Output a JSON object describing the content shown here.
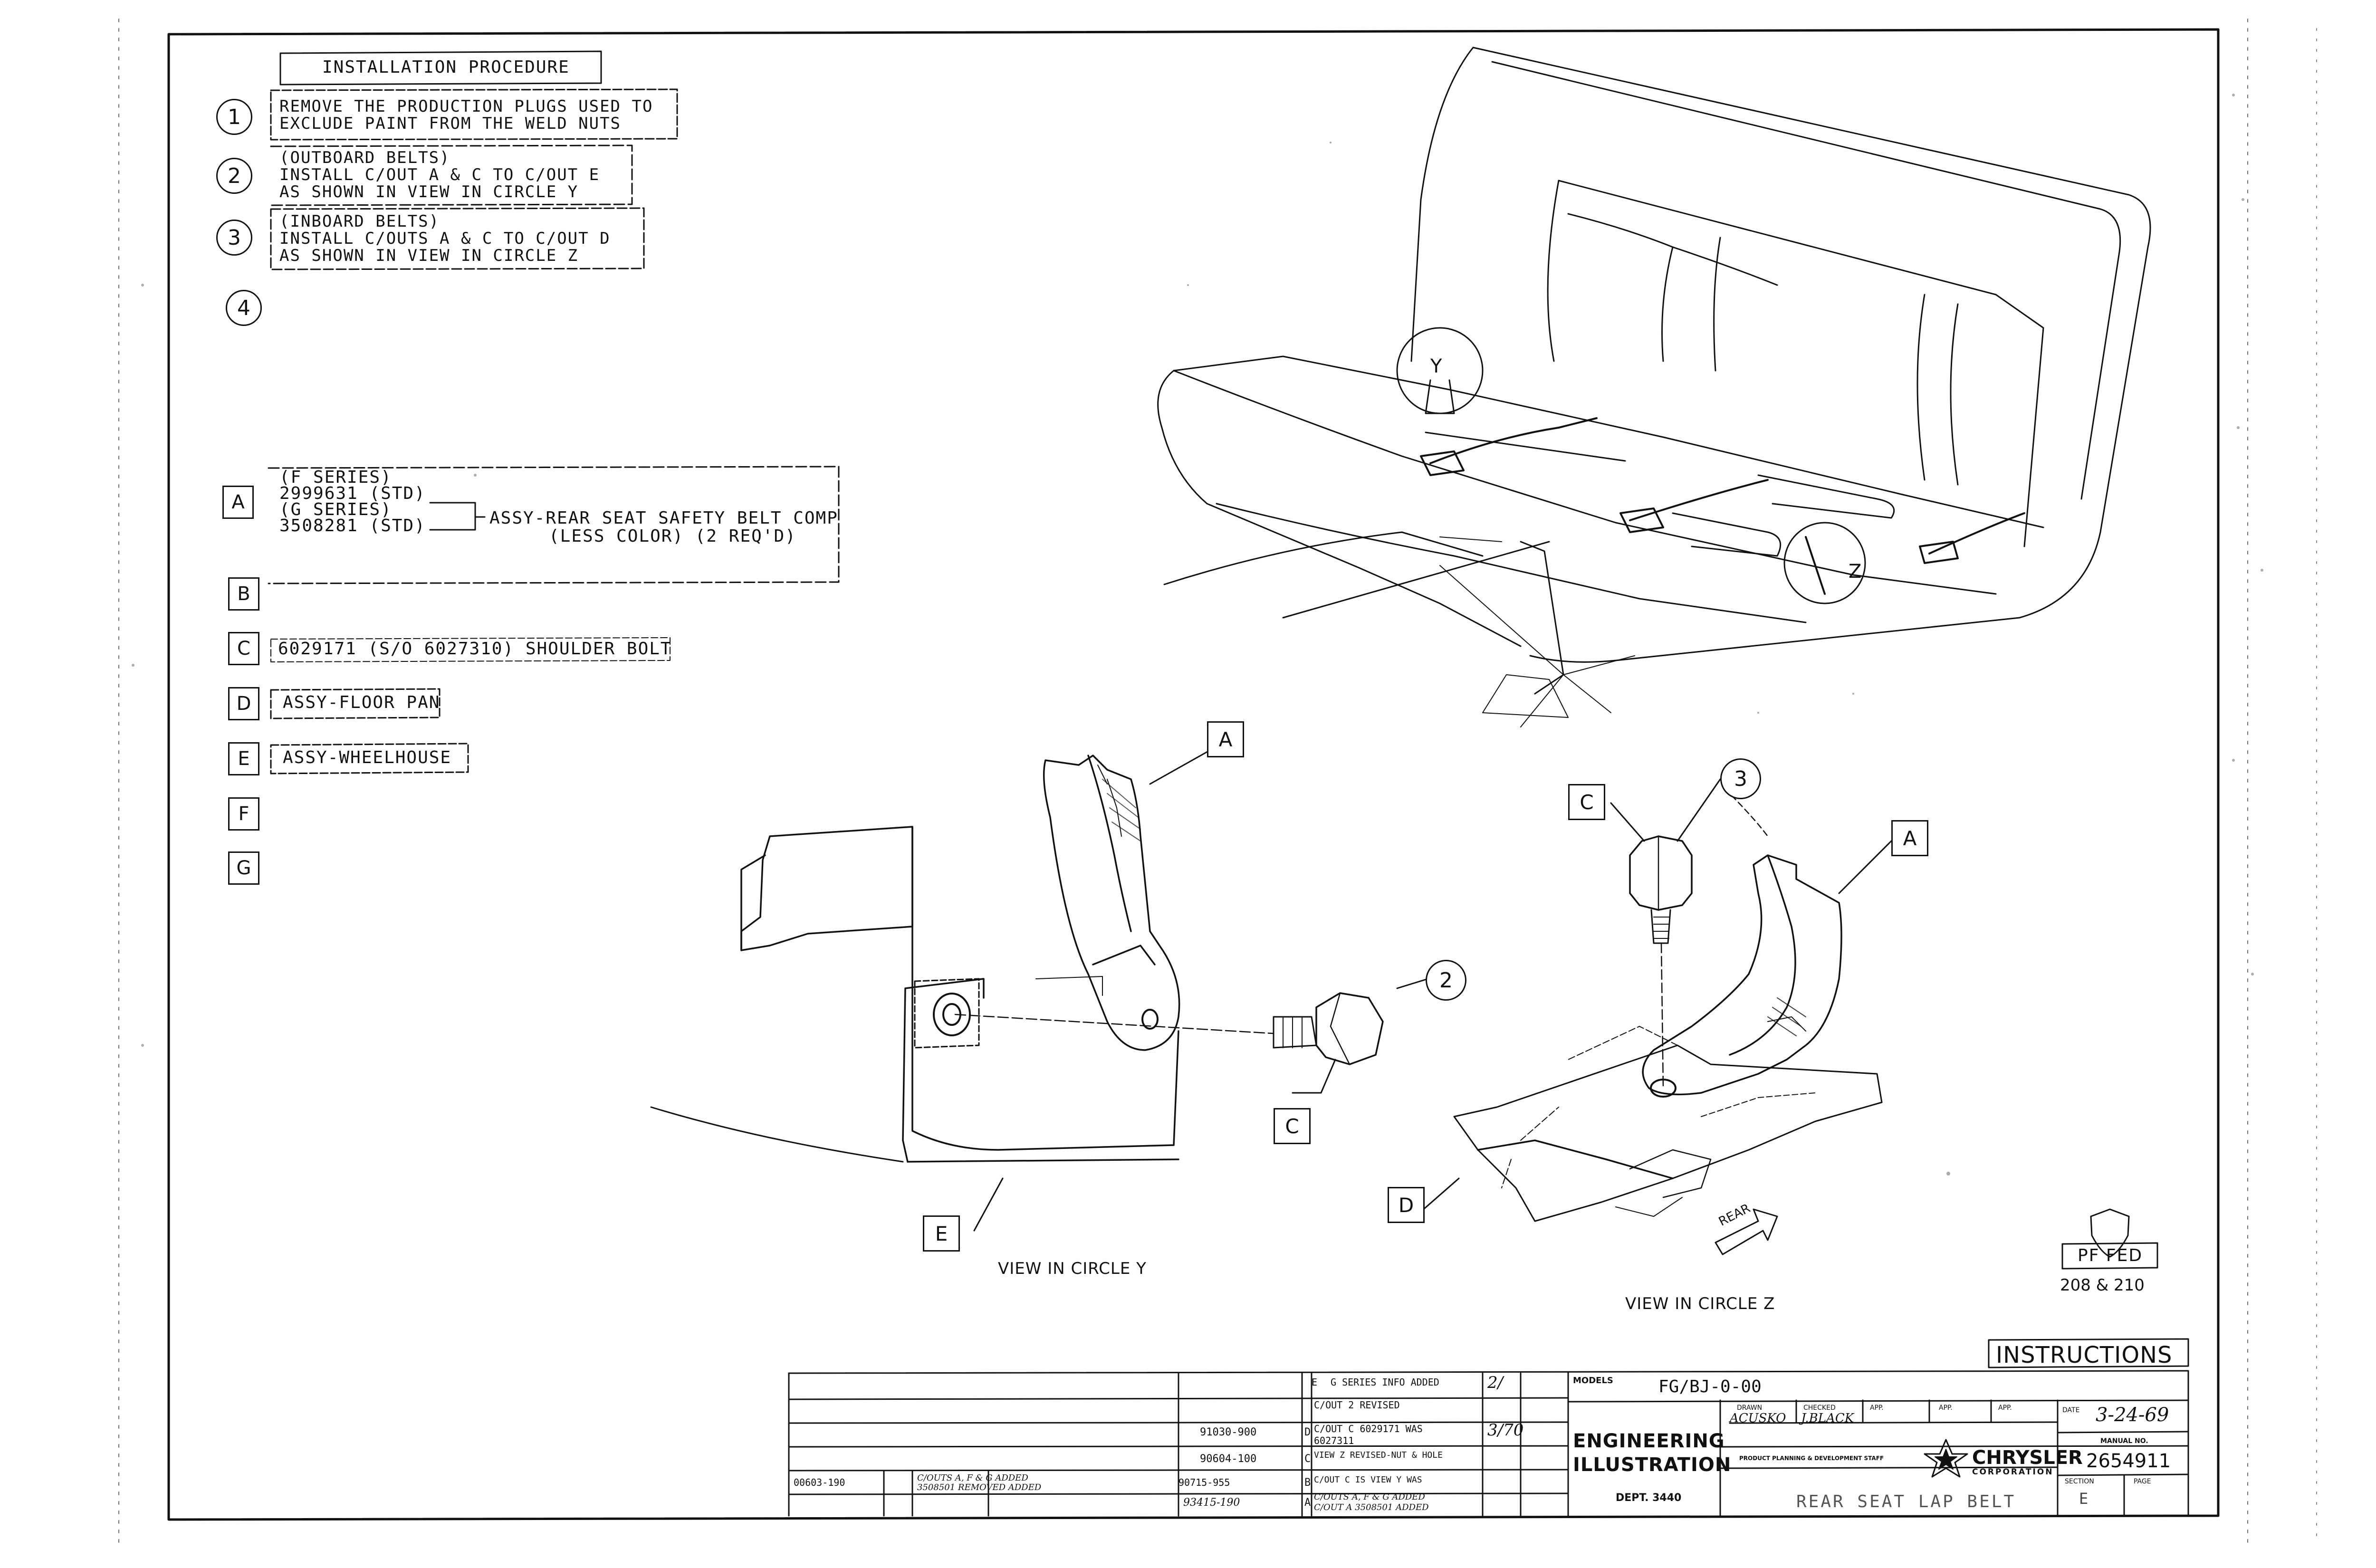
{
  "procedure": {
    "header": "INSTALLATION PROCEDURE",
    "steps": [
      {
        "num": "1",
        "lines": [
          "REMOVE THE PRODUCTION PLUGS USED TO",
          "EXCLUDE PAINT FROM THE WELD NUTS"
        ]
      },
      {
        "num": "2",
        "lines": [
          "(OUTBOARD BELTS)",
          "INSTALL C/OUT A & C TO C/OUT E",
          "AS SHOWN IN VIEW IN CIRCLE Y"
        ]
      },
      {
        "num": "3",
        "lines": [
          "(INBOARD BELTS)",
          "INSTALL C/OUTS A & C TO C/OUT D",
          "AS SHOWN IN VIEW IN CIRCLE Z"
        ]
      },
      {
        "num": "4",
        "lines": []
      }
    ]
  },
  "parts": {
    "a": {
      "letter": "A",
      "lines": [
        "(F SERIES)",
        "2999631 (STD)",
        "(G SERIES)",
        "3508281 (STD)"
      ],
      "desc": "ASSY-REAR SEAT SAFETY BELT COMP",
      "desc2": "(LESS COLOR) (2 REQ'D)"
    },
    "b": {
      "letter": "B"
    },
    "c": {
      "letter": "C",
      "text": "6029171 (S/O 6027310) SHOULDER BOLT"
    },
    "d": {
      "letter": "D",
      "text": "ASSY-FLOOR PAN"
    },
    "e": {
      "letter": "E",
      "text": "ASSY-WHEELHOUSE"
    },
    "f": {
      "letter": "F"
    },
    "g": {
      "letter": "G"
    }
  },
  "callouts": {
    "y_a": "A",
    "y_2": "2",
    "y_c": "C",
    "y_e": "E",
    "z_c": "C",
    "z_3": "3",
    "z_a": "A",
    "z_d": "D",
    "circle_y": "Y",
    "circle_z": "Z",
    "rear_arrow": "REAR"
  },
  "views": {
    "y": "VIEW IN CIRCLE Y",
    "z": "VIEW IN CIRCLE Z"
  },
  "badge": {
    "label": "PF FED",
    "models": "208 & 210"
  },
  "title_block": {
    "instructions": "INSTRUCTIONS",
    "models_label": "MODELS",
    "models_value": "FG/BJ-0-00",
    "drawn_label": "DRAWN",
    "drawn_value": "ACUSKO",
    "checked_label": "CHECKED",
    "checked_value": "J.BLACK",
    "app_label": "APP.",
    "date_label": "DATE",
    "date_value": "3-24-69",
    "manual_label": "MANUAL NO.",
    "manual_value": "2654911",
    "eng_line1": "ENGINEERING",
    "eng_line2": "ILLUSTRATION",
    "dept": "DEPT. 3440",
    "staff": "PRODUCT PLANNING & DEVELOPMENT STAFF",
    "chrysler": "CHRYSLER",
    "corporation": "CORPORATION",
    "title": "REAR SEAT LAP BELT",
    "section_label": "SECTION",
    "page_label": "PAGE",
    "section_value": "E"
  },
  "revisions": [
    {
      "code": "",
      "letter": "E",
      "desc": "G SERIES INFO ADDED",
      "date": "2/"
    },
    {
      "code": "",
      "letter": "",
      "desc": "C/OUT 2 REVISED",
      "date": ""
    },
    {
      "code": "91030-900",
      "letter": "D",
      "desc": "C/OUT C 6029171 WAS",
      "desc2": "6027311",
      "date": "3/70"
    },
    {
      "code": "90604-100",
      "letter": "C",
      "desc": "VIEW Z REVISED-NUT & HOLE",
      "date": ""
    },
    {
      "code": "90715-955",
      "letter": "B",
      "desc": "C/OUT C IS VIEW Y WAS",
      "date": ""
    },
    {
      "code": "93415-190",
      "letter": "A",
      "desc": "C/OUTS A, F & G ADDED",
      "desc2": "C/OUT A 3508501 ADDED",
      "date": ""
    }
  ],
  "rev_left": {
    "row1_code": "00603-190",
    "row1_desc": "C/OUTS A, F & G ADDED",
    "row1_desc2": "3508501 REMOVED ADDED"
  }
}
